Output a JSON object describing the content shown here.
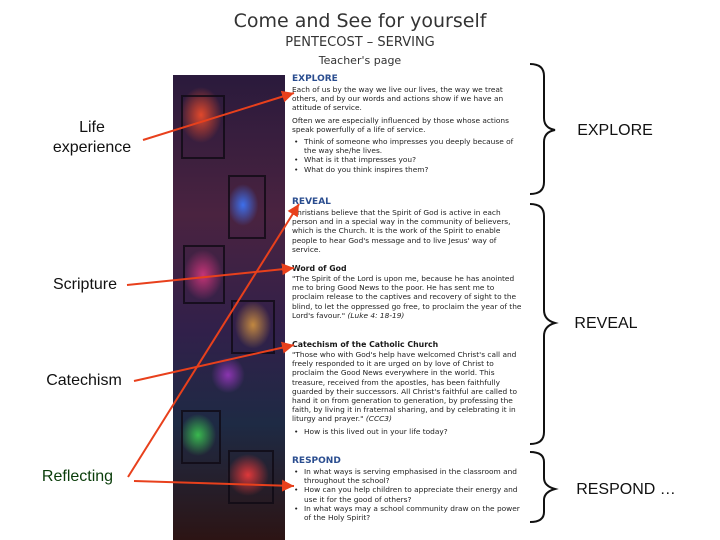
{
  "header": {
    "title": "Come and See for yourself",
    "subtitle": "PENTECOST – SERVING",
    "page": "Teacher's page"
  },
  "labels": {
    "life": "Life experience",
    "scripture": "Scripture",
    "catechism": "Catechism",
    "reflecting": "Reflecting",
    "explore": "EXPLORE",
    "reveal": "REVEAL",
    "respond": "RESPOND …"
  },
  "doc": {
    "explore": {
      "heading": "EXPLORE",
      "p1": "Each of us by the way we live our lives, the way we treat others, and by our words and actions show if we have an attitude of service.",
      "p2": "Often we are especially influenced by those whose actions speak powerfully of a life of service.",
      "bullets": [
        "Think of someone who impresses you deeply because of the way she/he lives.",
        "What is it that impresses you?",
        "What do you think inspires them?"
      ]
    },
    "reveal": {
      "heading": "REVEAL",
      "p1": "Christians believe that the Spirit of God is active in each person and in a special way in the community of believers, which is the Church. It is the work of the Spirit to enable people to hear God's message and to live Jesus' way of service."
    },
    "word": {
      "heading": "Word of God",
      "text": "\"The Spirit of the Lord is upon me, because he has anointed me to bring Good News to the poor. He has sent me to proclaim release to the captives and recovery of sight to the blind, to let the oppressed go free, to proclaim the year of the Lord's favour.\"",
      "ref": "(Luke 4: 18-19)"
    },
    "catechism": {
      "heading": "Catechism of the Catholic Church",
      "text": "\"Those who with God's help have welcomed Christ's call and freely responded to it are urged on by love of Christ to proclaim the Good News everywhere in the world. This treasure, received from the apostles, has been faithfully guarded by their successors. All Christ's faithful are called to hand it on from generation to generation, by professing the faith, by living it in fraternal sharing, and by celebrating it in liturgy and prayer.\"",
      "ref": "(CCC3)",
      "bullet": "How is this lived out in your life today?"
    },
    "respond": {
      "heading": "RESPOND",
      "bullets": [
        "In what ways is serving emphasised in the classroom and throughout the school?",
        "How can you help children to appreciate their energy and use it for the good of others?",
        "In what ways may a school community draw on the power of the Holy Spirit?"
      ]
    }
  },
  "colors": {
    "arrow": "#e8401c",
    "heading": "#2a4d8f"
  }
}
